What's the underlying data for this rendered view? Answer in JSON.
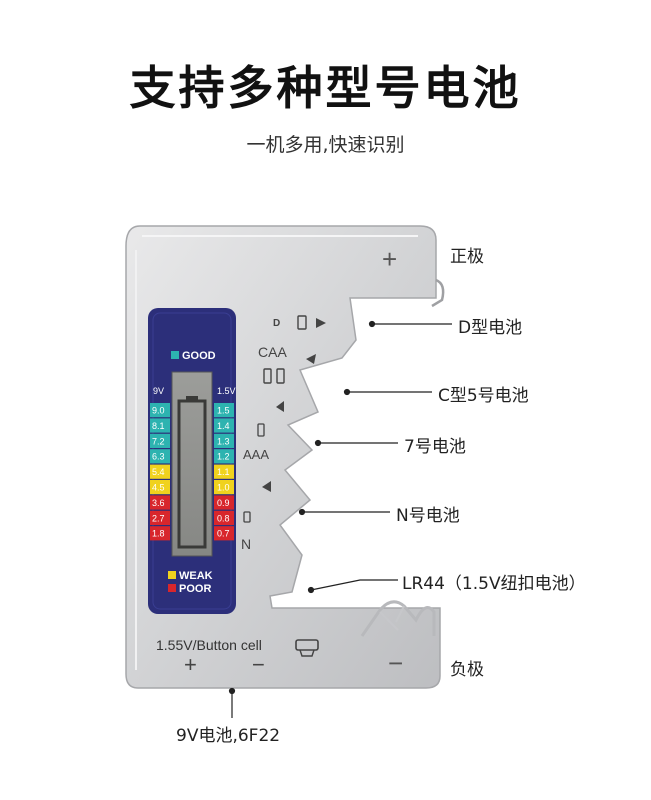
{
  "header": {
    "title": "支持多种型号电池",
    "subtitle": "一机多用,快速识别"
  },
  "callouts": {
    "positive": "正极",
    "d_battery": "D型电池",
    "c_battery": "C型5号电池",
    "aaa_battery": "7号电池",
    "n_battery": "N号电池",
    "lr44": "LR44（1.5V纽扣电池）",
    "negative": "负极",
    "nine_volt": "9V电池,6F22"
  },
  "device": {
    "slot_labels": {
      "d": "D",
      "caa": "CAA",
      "aaa": "AAA",
      "n": "N"
    },
    "plus_sign": "+",
    "minus_sign": "−",
    "button_cell_label": "1.55V/Button cell",
    "display": {
      "good_label": "GOOD",
      "weak_label": "WEAK",
      "poor_label": "POOR",
      "left_header": "9V",
      "right_header": "1.5V",
      "left_scale": [
        "9.0",
        "8.1",
        "7.2",
        "6.3",
        "5.4",
        "4.5",
        "3.6",
        "2.7",
        "1.8"
      ],
      "right_scale": [
        "1.5",
        "1.4",
        "1.3",
        "1.2",
        "1.1",
        "1.0",
        "0.9",
        "0.8",
        "0.7"
      ],
      "scale_colors": [
        "#2db3b0",
        "#2db3b0",
        "#2db3b0",
        "#2db3b0",
        "#f0d21e",
        "#f0d21e",
        "#d8262c",
        "#d8262c",
        "#d8262c"
      ],
      "good_color": "#2db3b0",
      "weak_color": "#f0d21e",
      "poor_color": "#d8262c",
      "panel_color": "#2c2f7a"
    }
  }
}
